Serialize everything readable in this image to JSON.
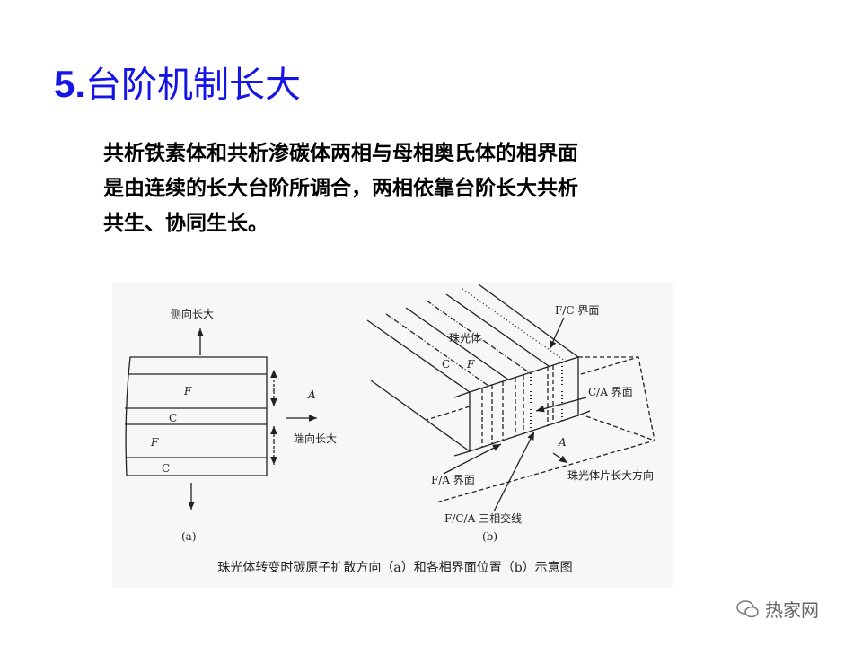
{
  "title": {
    "number": "5.",
    "text": "台阶机制长大"
  },
  "body": {
    "lines": [
      "共析铁素体和共析渗碳体两相与母相奥氏体的相界面",
      "是由连续的长大台阶所调合，两相依靠台阶长大共析",
      "共生、协同生长。"
    ]
  },
  "figure": {
    "a": {
      "lateral_growth": "侧向长大",
      "end_growth": "端向长大",
      "F1": "F",
      "C1": "C",
      "F2": "F",
      "C2": "C",
      "A": "A",
      "panel": "(a)"
    },
    "b": {
      "fc_interface": "F/C 界面",
      "pearlite": "珠光体",
      "C": "C",
      "F": "F",
      "ca_interface": "C/A 界面",
      "A": "A",
      "fa_interface": "F/A 界面",
      "growth_dir": "珠光体片长大方向",
      "triple_line": "F/C/A 三相交线",
      "panel": "(b)"
    },
    "caption": "珠光体转变时碳原子扩散方向（a）和各相界面位置（b）示意图"
  },
  "watermark": {
    "text": "热家网"
  },
  "colors": {
    "title": "#1515e6",
    "text": "#000000"
  }
}
